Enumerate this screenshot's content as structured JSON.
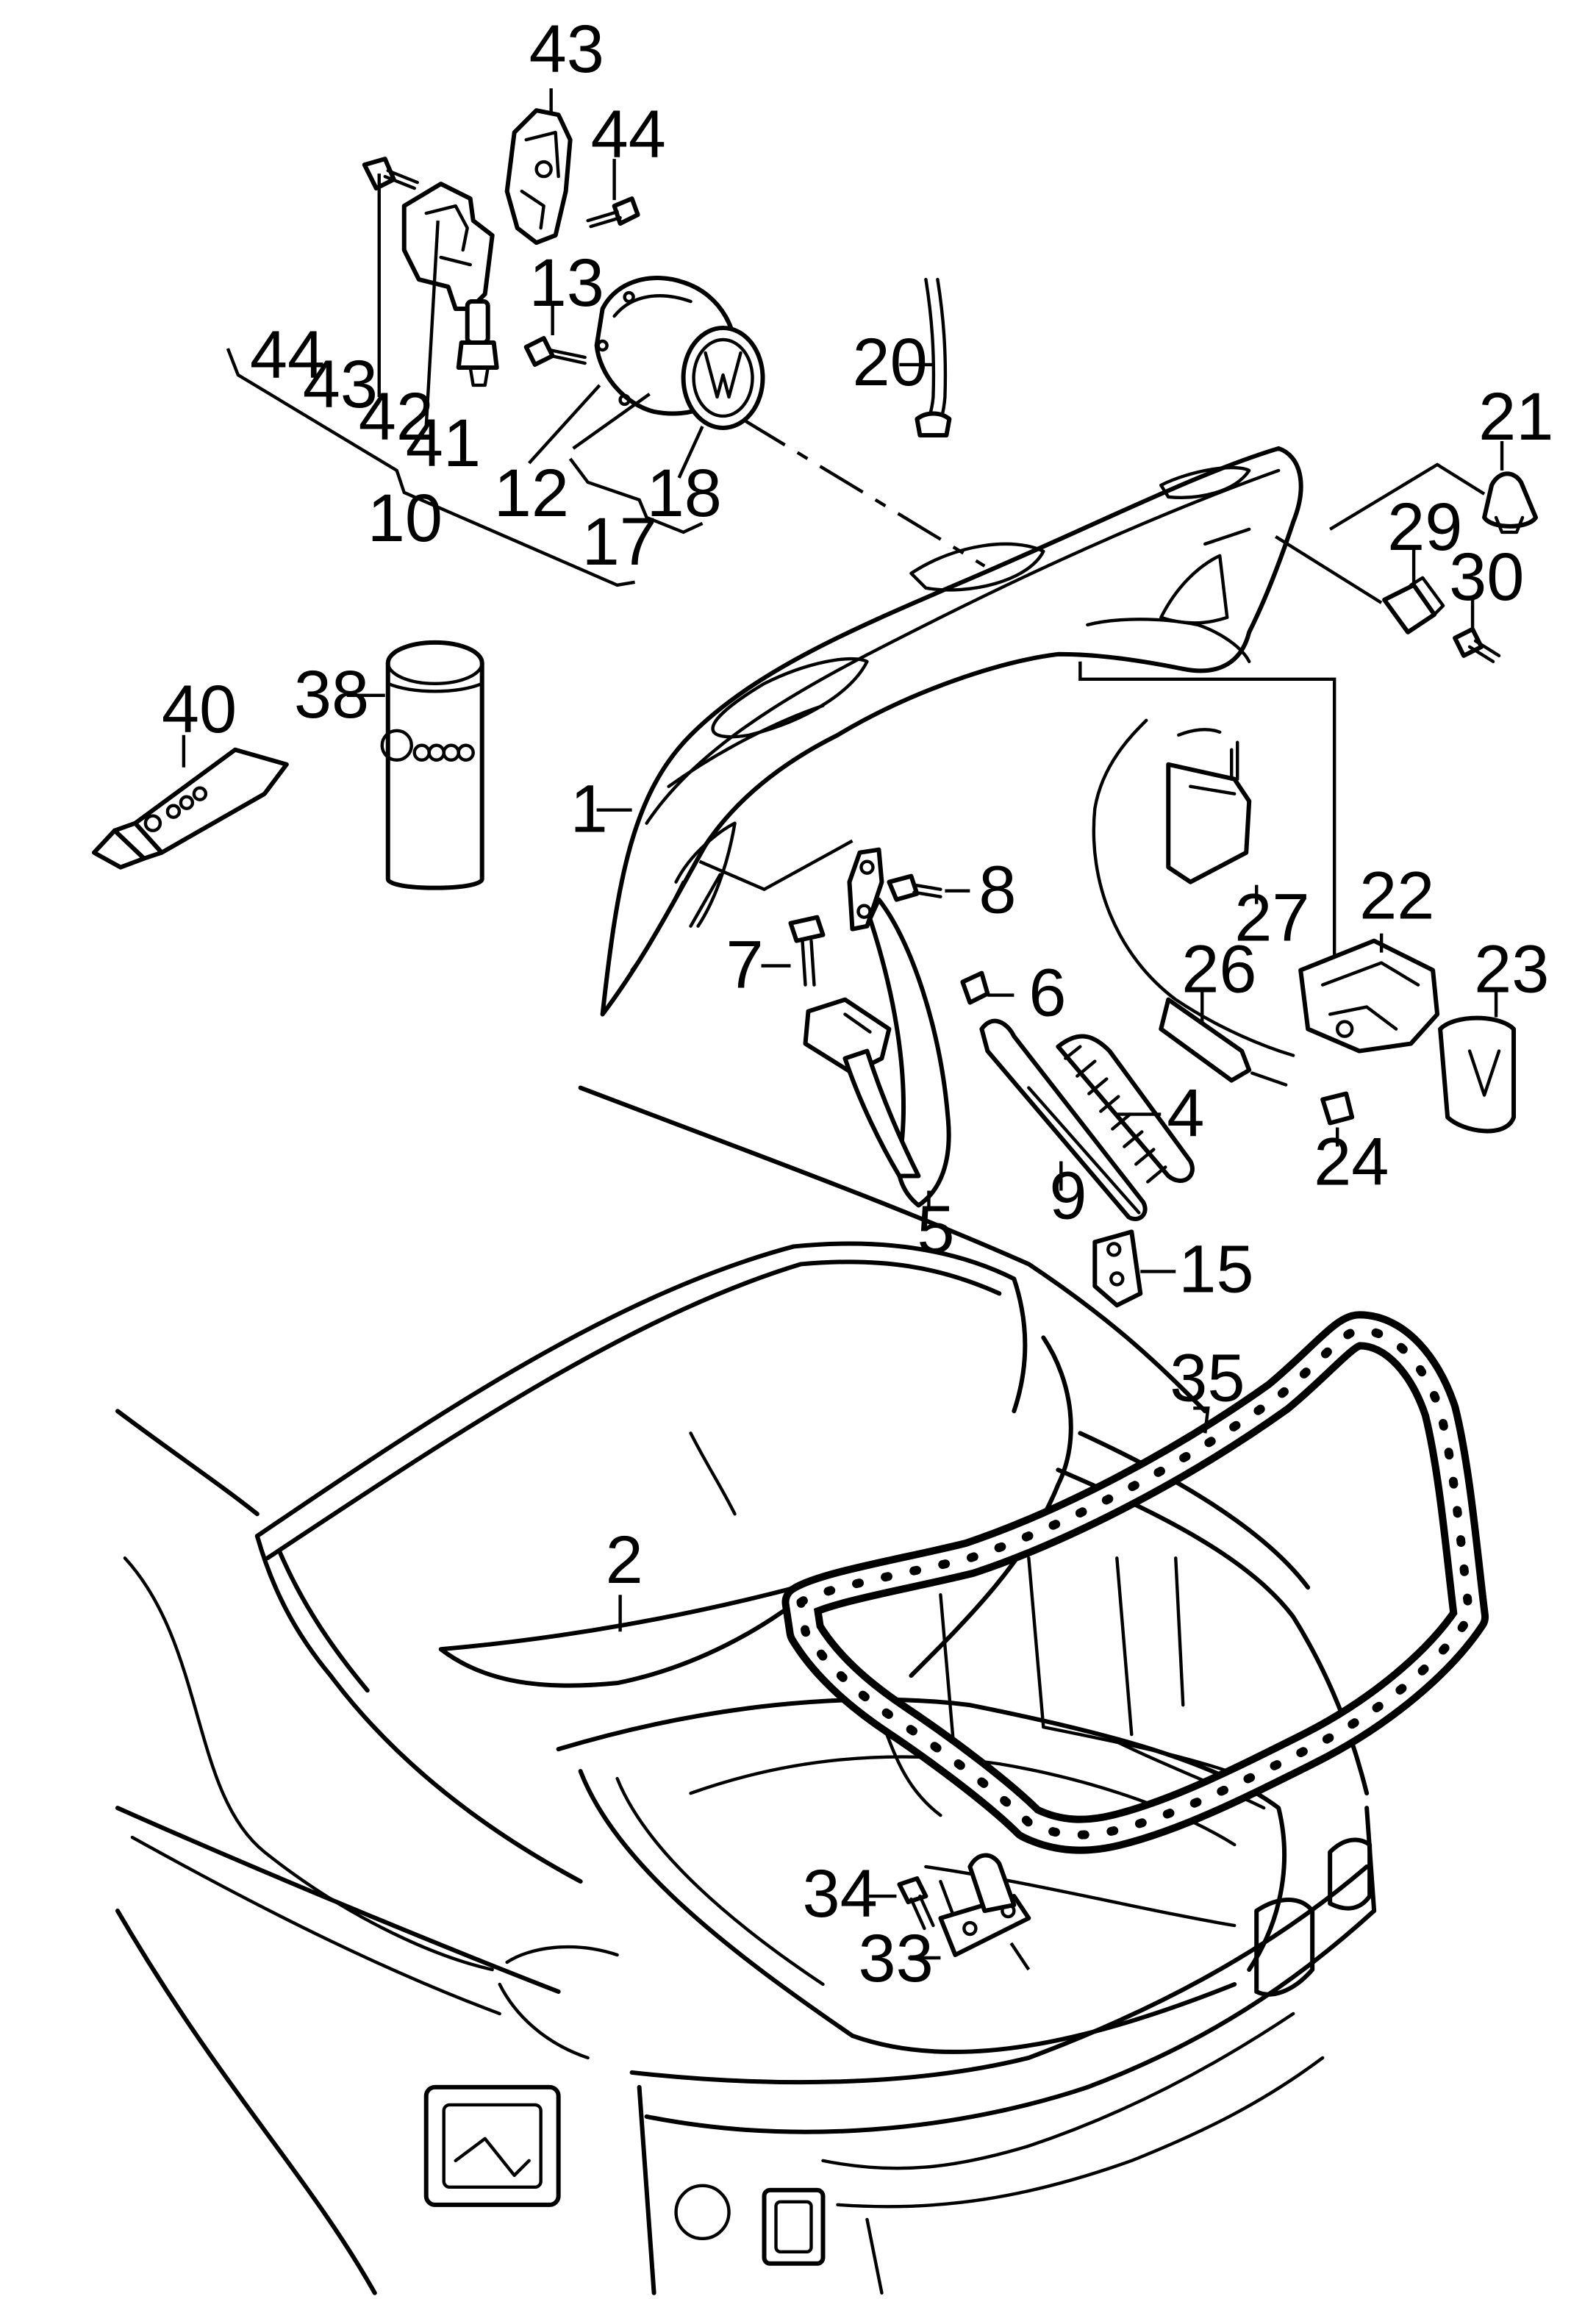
{
  "callouts": [
    {
      "id": "1",
      "text": "1"
    },
    {
      "id": "2",
      "text": "2"
    },
    {
      "id": "4",
      "text": "4"
    },
    {
      "id": "5",
      "text": "5"
    },
    {
      "id": "6",
      "text": "6"
    },
    {
      "id": "7",
      "text": "7"
    },
    {
      "id": "8",
      "text": "8"
    },
    {
      "id": "9",
      "text": "9"
    },
    {
      "id": "10",
      "text": "10"
    },
    {
      "id": "12",
      "text": "12"
    },
    {
      "id": "13",
      "text": "13"
    },
    {
      "id": "15",
      "text": "15"
    },
    {
      "id": "17",
      "text": "17"
    },
    {
      "id": "18",
      "text": "18"
    },
    {
      "id": "20",
      "text": "20"
    },
    {
      "id": "21",
      "text": "21"
    },
    {
      "id": "22",
      "text": "22"
    },
    {
      "id": "23",
      "text": "23"
    },
    {
      "id": "24",
      "text": "24"
    },
    {
      "id": "26",
      "text": "26"
    },
    {
      "id": "27",
      "text": "27"
    },
    {
      "id": "29",
      "text": "29"
    },
    {
      "id": "30",
      "text": "30"
    },
    {
      "id": "33",
      "text": "33"
    },
    {
      "id": "34",
      "text": "34"
    },
    {
      "id": "35",
      "text": "35"
    },
    {
      "id": "38",
      "text": "38"
    },
    {
      "id": "40",
      "text": "40"
    },
    {
      "id": "41",
      "text": "41"
    },
    {
      "id": "42",
      "text": "42"
    },
    {
      "id": "43",
      "text": "43"
    },
    {
      "id": "44",
      "text": "44"
    },
    {
      "id": "43b",
      "text": "43"
    },
    {
      "id": "44b",
      "text": "44"
    }
  ]
}
